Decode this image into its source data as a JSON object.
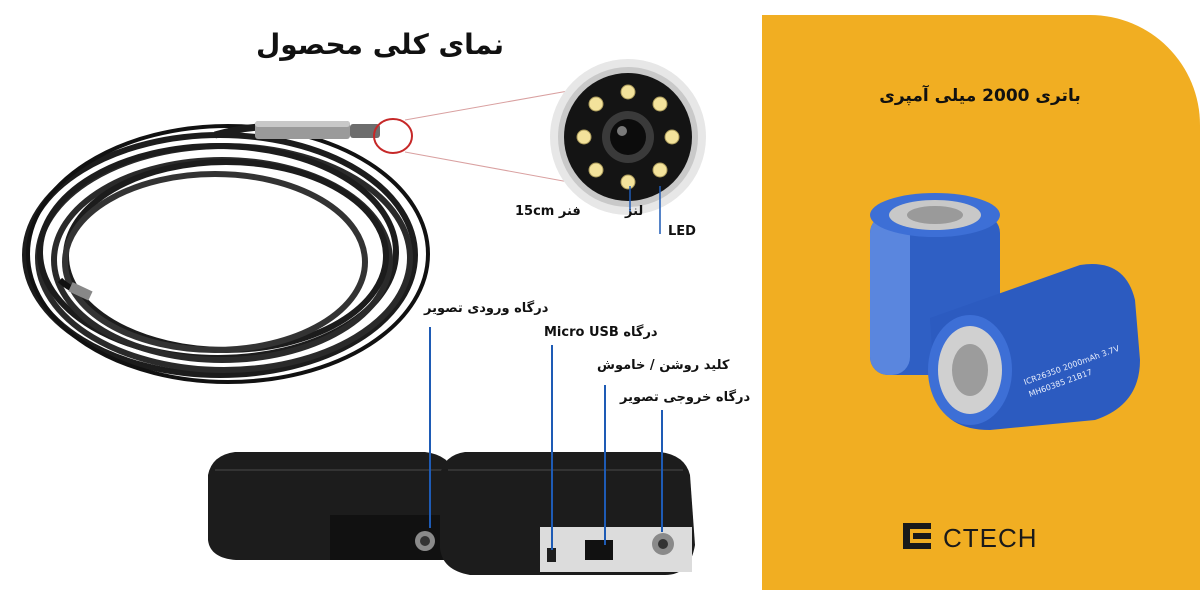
{
  "overview_title": "نمای کلی محصول",
  "labels": {
    "spring": "فنر 15cm",
    "lens": "لنز",
    "led": "LED",
    "video_in": "درگاه ورودی تصویر",
    "micro_usb": "درگاه Micro USB",
    "power_key": "کلید روشن / خاموش",
    "video_out": "درگاه خروجی تصویر"
  },
  "battery_panel": {
    "title": "باتری 2000 میلی آمپری",
    "print_line1": "ICR26350 2000mAh 3.7V",
    "print_line2": "MH60385 21B17",
    "background": "#f1ae22"
  },
  "brand": {
    "name": "CTECH",
    "logo_icon": "ectech-logo-icon"
  }
}
